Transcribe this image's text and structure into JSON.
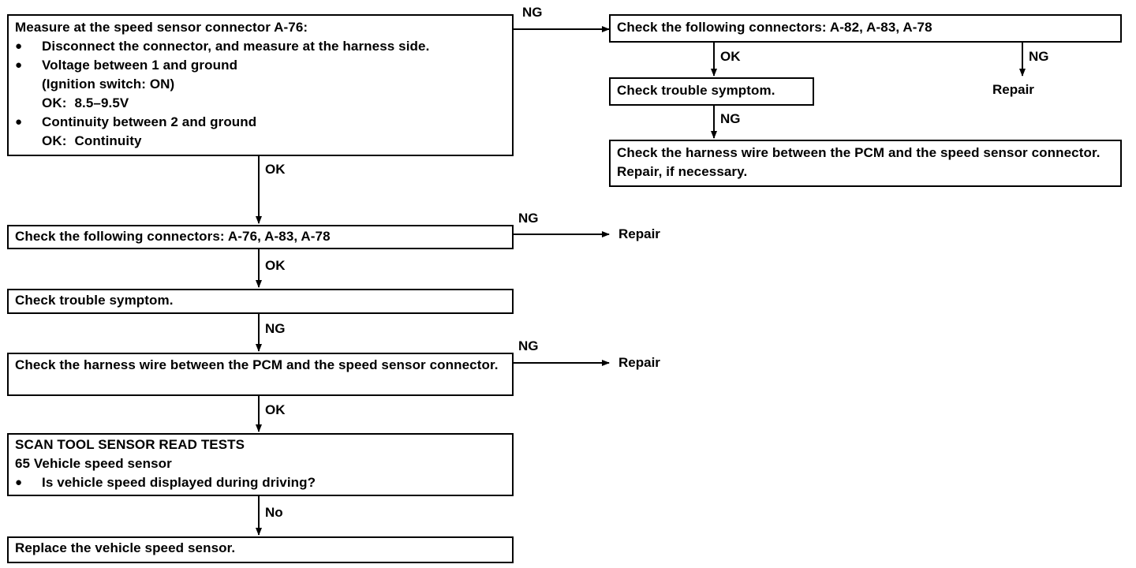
{
  "box_measure": {
    "title": "Measure at the speed sensor connector A-76:",
    "bullet_1": "Disconnect the connector, and measure at the harness side.",
    "bullet_2": "Voltage between 1 and ground",
    "bullet_2_sub": "(Ignition switch: ON)",
    "bullet_2_ok_label": "OK:",
    "bullet_2_ok_value": "8.5–9.5V",
    "bullet_3": "Continuity between 2 and ground",
    "bullet_3_ok_label": "OK:",
    "bullet_3_ok_value": "Continuity"
  },
  "box_connectors_right": {
    "prefix": "Check the following connectors:",
    "list": "A-82, A-83, A-78"
  },
  "box_symptom_right": {
    "text": "Check trouble symptom."
  },
  "box_harness_right": {
    "text": "Check the harness wire between the PCM and the speed sensor connector. Repair, if necessary."
  },
  "box_connectors_left": {
    "prefix": "Check the following connectors:",
    "list": "A-76, A-83, A-78"
  },
  "box_symptom_left": {
    "text": "Check trouble symptom."
  },
  "box_harness_left": {
    "text": "Check the harness wire between the PCM and the speed sensor connector."
  },
  "box_scan": {
    "title": "SCAN TOOL SENSOR READ TESTS",
    "line_2": "65 Vehicle speed sensor",
    "bullet": "Is vehicle speed displayed during driving?"
  },
  "box_replace": {
    "text": "Replace the vehicle speed sensor."
  },
  "labels": {
    "ng_1": "NG",
    "ok_right_1": "OK",
    "ng_right_1": "NG",
    "ng_right_2": "NG",
    "ok_1": "OK",
    "ng_2": "NG",
    "ok_2": "OK",
    "ng_3": "NG",
    "ng_4": "NG",
    "ok_3": "OK",
    "no_1": "No"
  },
  "repairs": {
    "repair_1": "Repair",
    "repair_2": "Repair",
    "repair_3": "Repair"
  },
  "bullet_glyph": "●"
}
